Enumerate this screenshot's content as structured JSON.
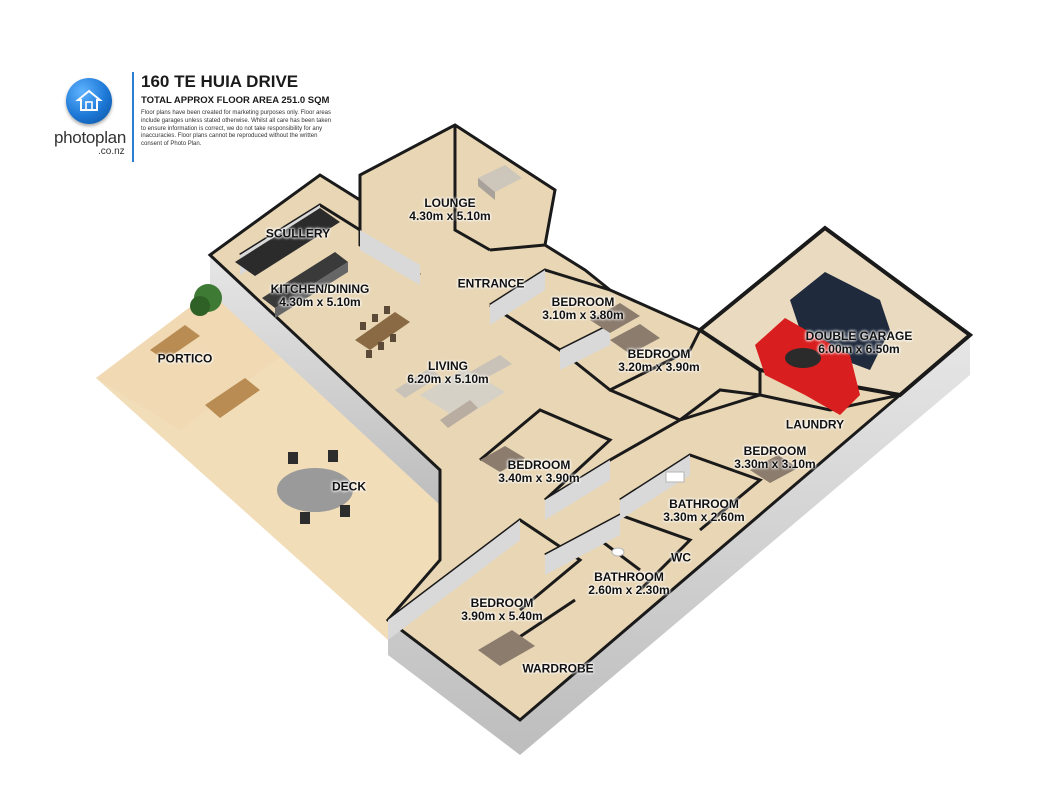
{
  "header": {
    "title": "160 TE HUIA DRIVE",
    "subtitle": "TOTAL APPROX FLOOR AREA 251.0 SQM",
    "disclaimer": "Floor plans have been created for marketing purposes only. Floor areas include garages unless stated otherwise. Whilst all care has been taken to ensure information is correct, we do not take responsibility for any inaccuracies. Floor plans cannot be reproduced without the written consent of Photo Plan."
  },
  "logo": {
    "name": "photoplan",
    "domain": ".co.nz",
    "icon": "house-icon",
    "color": "#1d78d6"
  },
  "rooms": {
    "lounge": {
      "name": "LOUNGE",
      "dims": "4.30m x 5.10m"
    },
    "scullery": {
      "name": "SCULLERY"
    },
    "kitchen_dining": {
      "name": "KITCHEN/DINING",
      "dims": "4.30m x 5.10m"
    },
    "entrance": {
      "name": "ENTRANCE"
    },
    "bedroom_a": {
      "name": "BEDROOM",
      "dims": "3.10m x 3.80m"
    },
    "bedroom_b": {
      "name": "BEDROOM",
      "dims": "3.20m x 3.90m"
    },
    "double_garage": {
      "name": "DOUBLE GARAGE",
      "dims": "6.00m x 6.50m"
    },
    "portico": {
      "name": "PORTICO"
    },
    "living": {
      "name": "LIVING",
      "dims": "6.20m x 5.10m"
    },
    "laundry": {
      "name": "LAUNDRY"
    },
    "bedroom_c": {
      "name": "BEDROOM",
      "dims": "3.30m x 3.10m"
    },
    "bedroom_d": {
      "name": "BEDROOM",
      "dims": "3.40m x 3.90m"
    },
    "deck": {
      "name": "DECK"
    },
    "bathroom_a": {
      "name": "BATHROOM",
      "dims": "3.30m x 2.60m"
    },
    "wc": {
      "name": "WC"
    },
    "bathroom_b": {
      "name": "BATHROOM",
      "dims": "2.60m x 2.30m"
    },
    "bedroom_e": {
      "name": "BEDROOM",
      "dims": "3.90m x 5.40m"
    },
    "wardrobe": {
      "name": "WARDROBE"
    }
  },
  "colors": {
    "floor": "#e8d6b4",
    "deck": "#f2ddb9",
    "wall_top": "#1a1a1a",
    "wall_side": "#cfcfcf",
    "brand": "#2a7fd4"
  }
}
